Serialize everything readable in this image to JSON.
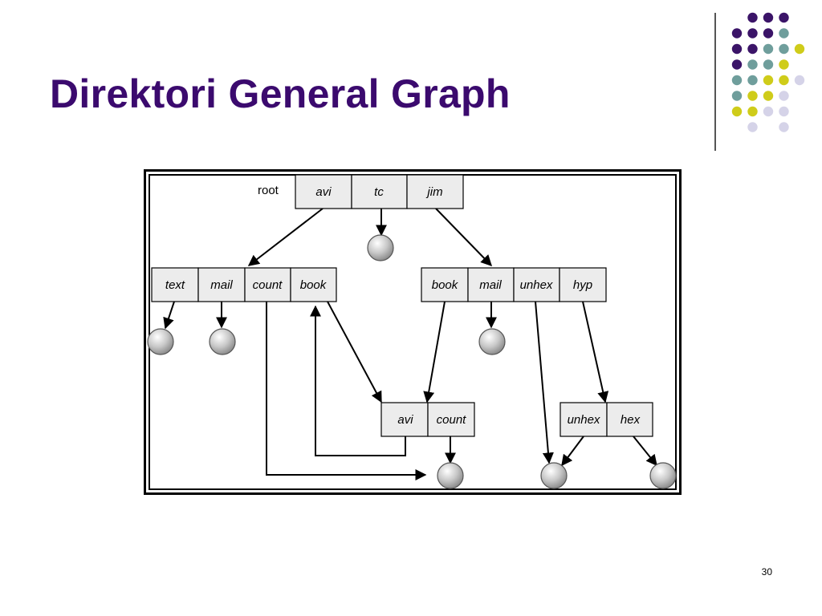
{
  "slide": {
    "title": "Direktori General Graph",
    "page_number": "30"
  },
  "colors": {
    "title": "#3b0a6e",
    "dot_purple": "#3b1468",
    "dot_teal": "#6f9e9c",
    "dot_yellow": "#cfcc1a",
    "dot_lavender": "#d5d3e8"
  },
  "diagram": {
    "root_label": "root",
    "root_dir": [
      "avi",
      "tc",
      "jim"
    ],
    "avi_dir": [
      "text",
      "mail",
      "count",
      "book"
    ],
    "jim_dir": [
      "book",
      "mail",
      "unhex",
      "hyp"
    ],
    "shared_dir": [
      "avi",
      "count"
    ],
    "hyp_dir": [
      "unhex",
      "hex"
    ]
  }
}
